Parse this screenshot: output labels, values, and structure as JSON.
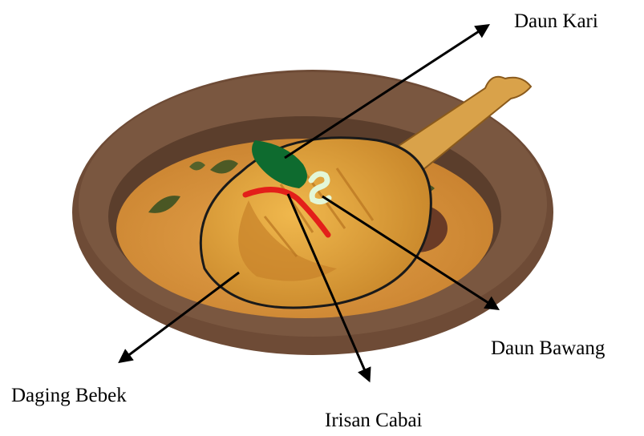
{
  "labels": {
    "daun_kari": "Daun Kari",
    "daun_bawang": "Daun Bawang",
    "daging_bebek": "Daging Bebek",
    "irisan_cabai": "Irisan Cabai"
  },
  "colors": {
    "bowl_rim": "#6b4a35",
    "bowl_inner": "#5a3d2c",
    "broth": "#d9943c",
    "duck": "#e3a63f",
    "duck_shade": "#b97a22",
    "curry_leaf": "#0f6b2e",
    "chili": "#e3201b",
    "scallion": "#dff5d6",
    "arrow": "#000000"
  }
}
